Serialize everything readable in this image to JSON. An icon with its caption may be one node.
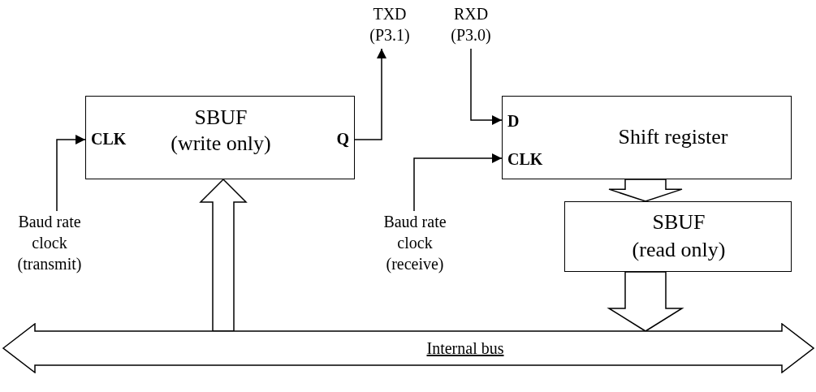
{
  "diagram": {
    "nodes": [
      {
        "text": [
          "CLK",
          "SBUF (write only)",
          "Q"
        ]
      },
      {
        "text": [
          "D",
          "CLK",
          "Shift register"
        ]
      },
      {
        "text": [
          "SBUF (read only)"
        ]
      },
      {
        "text": [
          "TXD (P3.1)"
        ]
      },
      {
        "text": [
          "RXD (P3.0)"
        ]
      },
      {
        "text": [
          "Baud rate clock (transmit)"
        ]
      },
      {
        "text": [
          "Baud rate clock (receive)"
        ]
      },
      {
        "text": [
          "Internal bus"
        ]
      }
    ],
    "edges": [
      {
        "from": 5,
        "to": 0,
        "arrow": "to"
      },
      {
        "from": 0,
        "to": 3,
        "arrow": "to"
      },
      {
        "from": 4,
        "to": 1,
        "arrow": "to"
      },
      {
        "from": 6,
        "to": 1,
        "arrow": "to"
      },
      {
        "from": 7,
        "to": 0,
        "arrow": "to",
        "style": "thick"
      },
      {
        "from": 1,
        "to": 2,
        "arrow": "to",
        "style": "thick"
      },
      {
        "from": 2,
        "to": 7,
        "arrow": "to",
        "style": "thick"
      }
    ]
  }
}
